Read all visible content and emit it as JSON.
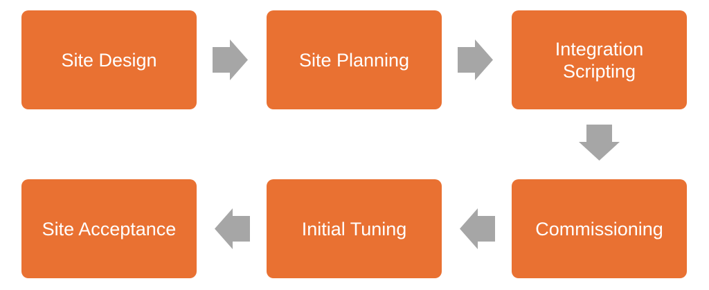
{
  "steps": [
    {
      "label": "Site Design"
    },
    {
      "label": "Site Planning"
    },
    {
      "label": "Integration Scripting"
    },
    {
      "label": "Commissioning"
    },
    {
      "label": "Initial Tuning"
    },
    {
      "label": "Site Acceptance"
    }
  ],
  "colors": {
    "box": "#E97132",
    "arrow": "#A6A6A6",
    "text": "#FFFFFF"
  }
}
